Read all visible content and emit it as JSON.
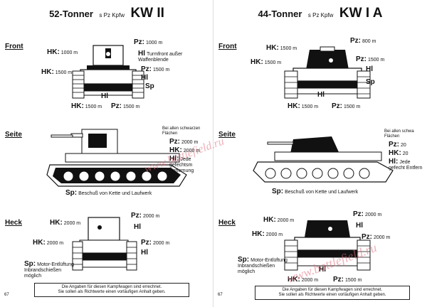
{
  "left": {
    "title": {
      "weight": "52-Tonner",
      "type": "s Pz Kpfw",
      "model": "KW II"
    },
    "front": {
      "heading": "Front",
      "labels": [
        {
          "abbr": "HK:",
          "val": "1000 m"
        },
        {
          "abbr": "Pz:",
          "val": "1000 m"
        },
        {
          "abbr": "Hl",
          "val": "Turmfront außer Waffenblende"
        },
        {
          "abbr": "HK:",
          "val": "1500 m"
        },
        {
          "abbr": "Pz:",
          "val": "1500 m"
        },
        {
          "abbr": "Hl",
          "val": ""
        },
        {
          "abbr": "Sp",
          "val": ""
        },
        {
          "abbr": "Hl",
          "val": ""
        },
        {
          "abbr": "HK:",
          "val": "1500 m"
        },
        {
          "abbr": "Pz:",
          "val": "1500 m"
        }
      ]
    },
    "side": {
      "heading": "Seite",
      "note1": "Bei allen schwarzen Flächen",
      "labels": [
        {
          "abbr": "Pz:",
          "val": "2000 m"
        },
        {
          "abbr": "HK:",
          "val": "2000 m"
        },
        {
          "abbr": "Hl:",
          "val": "Jede gefechtsm Entfernung"
        }
      ],
      "sp": {
        "abbr": "Sp:",
        "val": "Beschuß von Kette und Laufwerk"
      }
    },
    "rear": {
      "heading": "Heck",
      "labels": [
        {
          "abbr": "HK:",
          "val": "2000 m"
        },
        {
          "abbr": "Pz:",
          "val": "2000 m"
        },
        {
          "abbr": "Hl",
          "val": ""
        },
        {
          "abbr": "HK:",
          "val": "2000 m"
        },
        {
          "abbr": "Pz:",
          "val": "2000 m"
        },
        {
          "abbr": "Hl",
          "val": ""
        },
        {
          "abbr": "Sp:",
          "val": "Motor-Entlüftung Inbrandschießen möglich"
        }
      ]
    },
    "footnote": {
      "line1": "Die Angaben für diesen Kampfwagen sind errechnet.",
      "line2": "Sie sollen als Richtwerte einen vorläufigen Anhalt geben."
    },
    "page": "67"
  },
  "right": {
    "title": {
      "weight": "44-Tonner",
      "type": "s Pz Kpfw",
      "model": "KW I A"
    },
    "front": {
      "heading": "Front",
      "labels": [
        {
          "abbr": "HK:",
          "val": "1500 m"
        },
        {
          "abbr": "Pz:",
          "val": "800 m"
        },
        {
          "abbr": "HK:",
          "val": "1500 m"
        },
        {
          "abbr": "Pz:",
          "val": "1500 m"
        },
        {
          "abbr": "Hl",
          "val": ""
        },
        {
          "abbr": "Sp",
          "val": ""
        },
        {
          "abbr": "Hl",
          "val": ""
        },
        {
          "abbr": "HK:",
          "val": "1500 m"
        },
        {
          "abbr": "Pz:",
          "val": "1500 m"
        }
      ]
    },
    "side": {
      "heading": "Seite",
      "note1": "Bei allen schwa Flächen",
      "labels": [
        {
          "abbr": "Pz:",
          "val": "20"
        },
        {
          "abbr": "HK:",
          "val": "20"
        },
        {
          "abbr": "Hl:",
          "val": "Jede gefecht Entfern"
        }
      ],
      "sp": {
        "abbr": "Sp:",
        "val": "Beschuß von Kette und Laufwerk"
      }
    },
    "rear": {
      "heading": "Heck",
      "labels": [
        {
          "abbr": "Pz:",
          "val": "2000 m"
        },
        {
          "abbr": "HK:",
          "val": "2000 m"
        },
        {
          "abbr": "Hl",
          "val": ""
        },
        {
          "abbr": "HK:",
          "val": "2000 m"
        },
        {
          "abbr": "Pz:",
          "val": "2000 m"
        },
        {
          "abbr": "Sp:",
          "val": "Motor-Entlüftung Inbrandschießen möglich"
        },
        {
          "abbr": "Hl",
          "val": ""
        },
        {
          "abbr": "HK:",
          "val": "2000 m"
        },
        {
          "abbr": "Pz:",
          "val": "1500 m"
        }
      ]
    },
    "footnote": {
      "line1": "Die Angaben für diesen Kampfwagen sind errechnet.",
      "line2": "Sie sollen als Richtwerte einen vorläufigen Anhalt geben."
    },
    "page": "67"
  },
  "watermark": "www.battlefield.ru"
}
